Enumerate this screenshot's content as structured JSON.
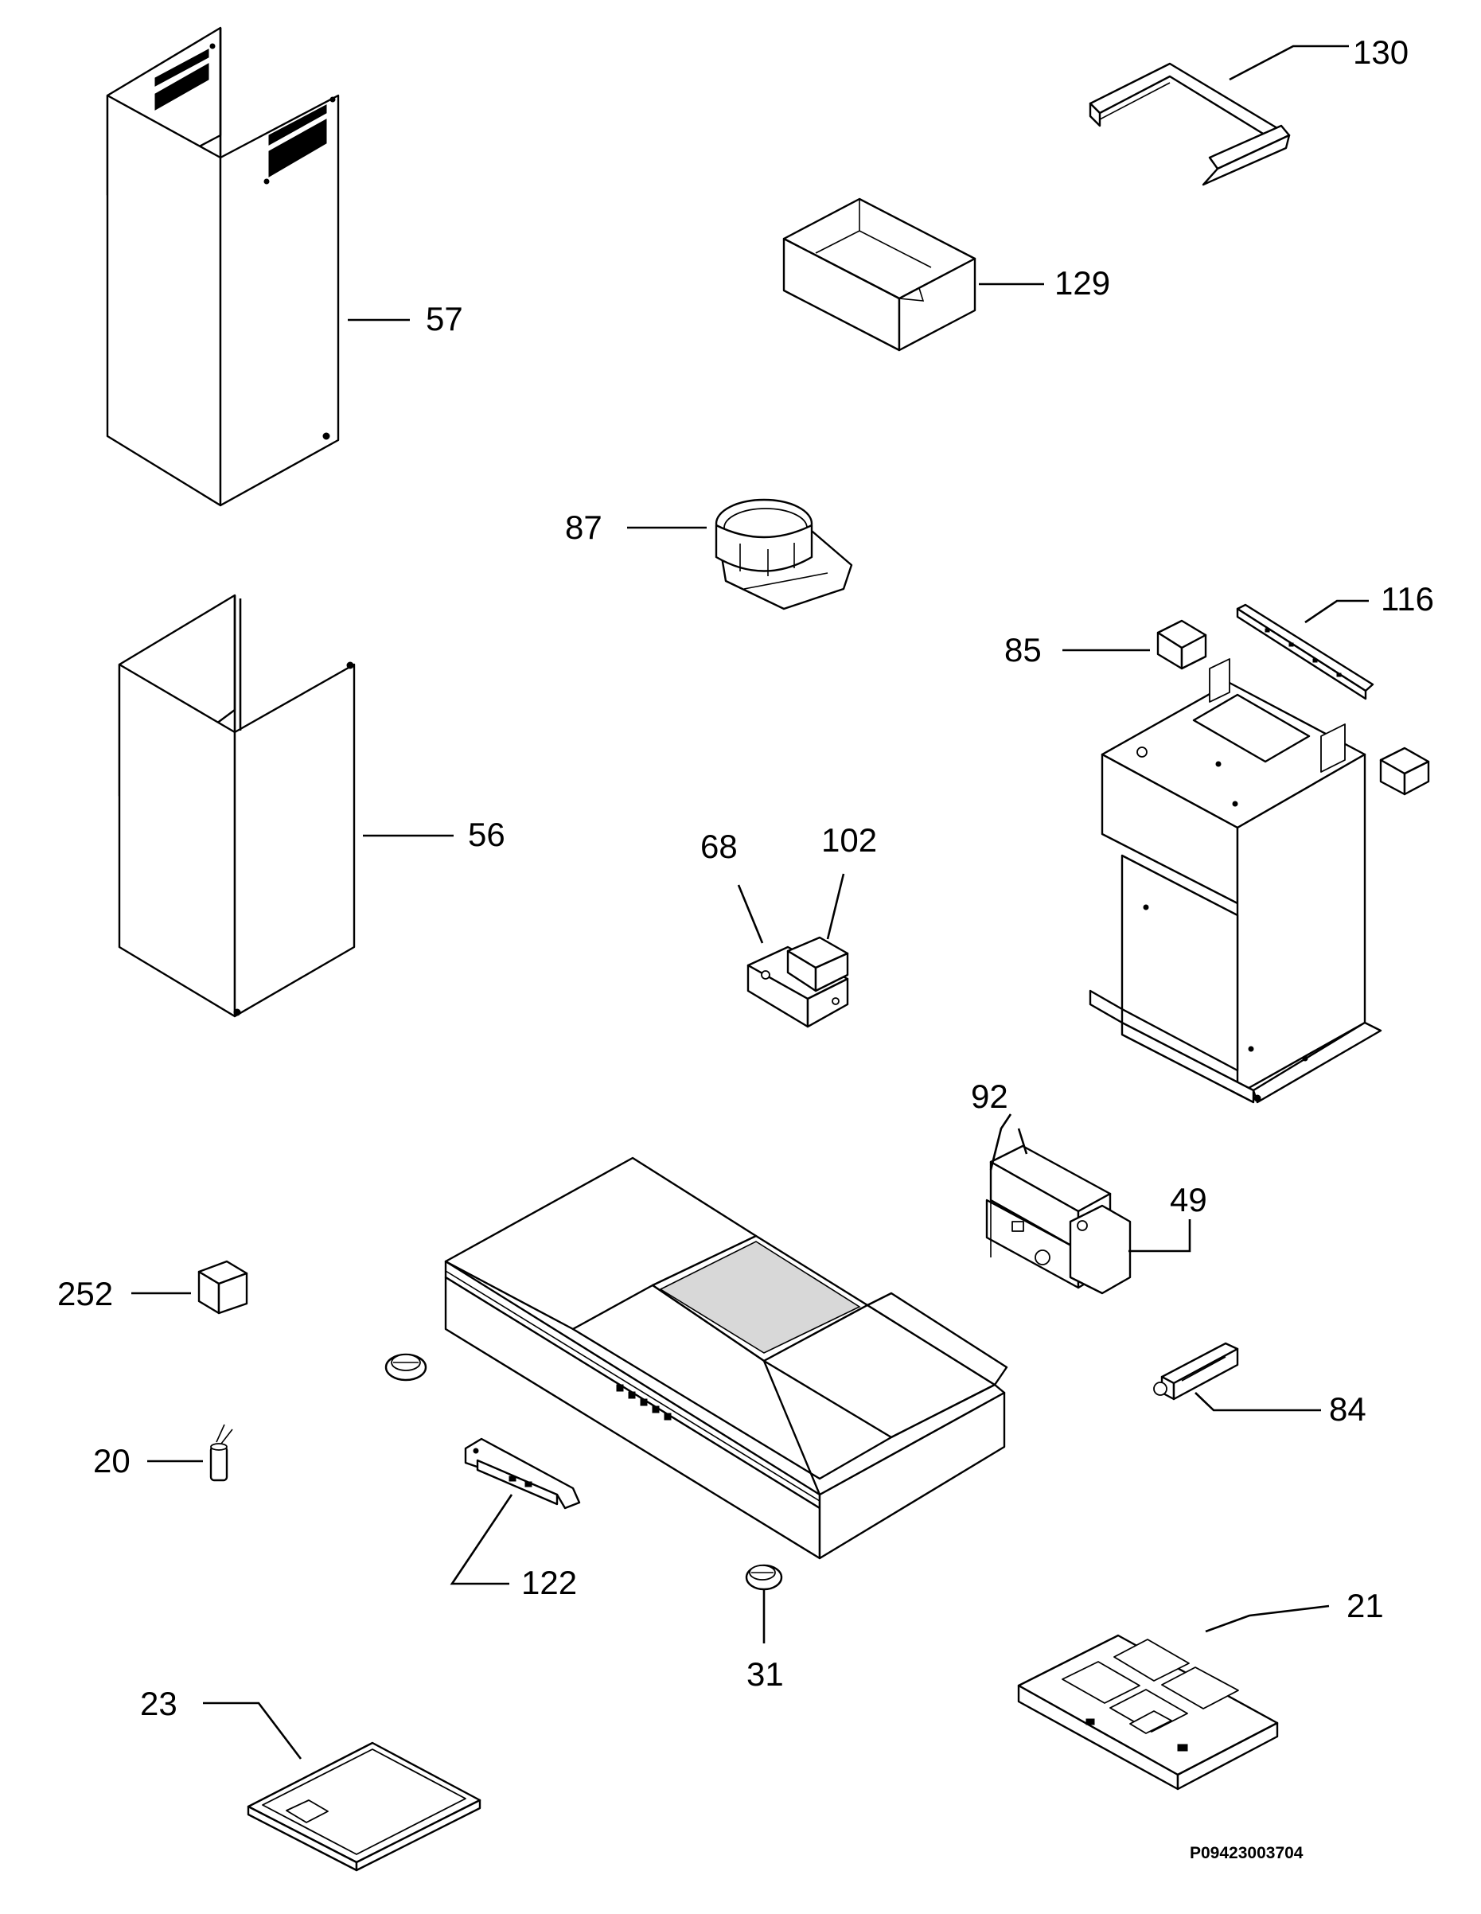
{
  "diagram": {
    "type": "exploded-parts-diagram",
    "line_color": "#000000",
    "background": "#ffffff",
    "reference_code": "P09423003704",
    "callouts": {
      "p57": "57",
      "p130": "130",
      "p129": "129",
      "p87": "87",
      "p85": "85",
      "p116": "116",
      "p56": "56",
      "p68": "68",
      "p102": "102",
      "p92": "92",
      "p49": "49",
      "p252": "252",
      "p84": "84",
      "p20": "20",
      "p122": "122",
      "p31": "31",
      "p21": "21",
      "p23": "23"
    }
  }
}
